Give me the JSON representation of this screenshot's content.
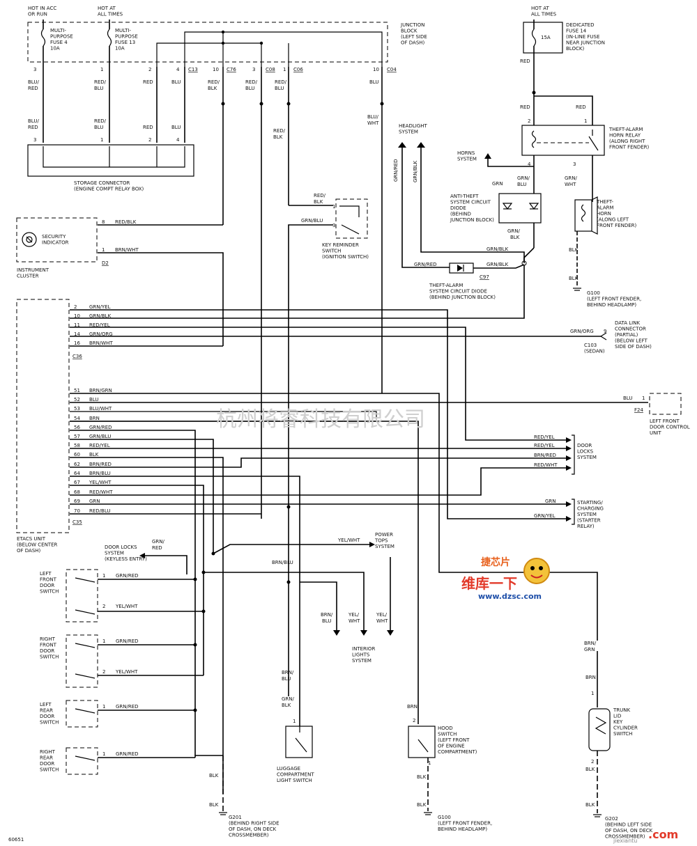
{
  "diagram": {
    "fuse_hot_acc": "HOT IN ACC\nOR RUN",
    "fuse_hot_always": "HOT AT\nALL TIMES",
    "fuse4": "MULTI-\nPURPOSE\nFUSE 4\n10A",
    "fuse13": "MULTI-\nPURPOSE\nFUSE 13\n10A",
    "junction_block": "JUNCTION\nBLOCK\n(LEFT SIDE\nOF DASH)",
    "hot_at_all_times_right": "HOT AT\nALL TIMES",
    "fuse14_rating": "15A",
    "fuse14": "DEDICATED\nFUSE 14\n(IN-LINE FUSE\nNEAR JUNCTION\nBLOCK)",
    "storage_connector": "STORAGE CONNECTOR\n(ENGINE COMPT RELAY BOX)",
    "security_indicator": "SECURITY\nINDICATOR",
    "instrument_cluster": "INSTRUMENT\nCLUSTER",
    "headlight_system": "HEADLIGHT\nSYSTEM",
    "horns_system": "HORNS\nSYSTEM",
    "anti_theft_diode": "ANTI-THEFT\nSYSTEM CIRCUIT\nDIODE\n(BEHIND\nJUNCTION BLOCK)",
    "theft_alarm_relay": "THEFT-ALARM\nHORN RELAY\n(ALONG RIGHT\nFRONT FENDER)",
    "theft_alarm_horn": "THEFT-\nALARM\nHORN\n(ALONG LEFT\nFRONT FENDER)",
    "key_reminder": "KEY REMINDER\nSWITCH\n(IGNITION SWITCH)",
    "theft_alarm_diode": "THEFT-ALARM\nSYSTEM CIRCUIT DIODE\n(BEHIND JUNCTION BLOCK)",
    "g100_top": "G100\n(LEFT FRONT FENDER,\nBEHIND HEADLAMP)",
    "data_link": "DATA LINK\nCONNECTOR\n(PARTIAL)\n(BELOW LEFT\nSIDE OF DASH)",
    "c103": "C103\n(SEDAN)",
    "left_front_door_control": "LEFT FRONT\nDOOR CONTROL\nUNIT",
    "door_locks_system_right": "DOOR\nLOCKS\nSYSTEM",
    "starting_charging": "STARTING/\nCHARGING\nSYSTEM\n(STARTER\nRELAY)",
    "etacs_unit": "ETACS UNIT\n(BELOW CENTER\nOF DASH)",
    "door_locks_keyless": "DOOR LOCKS\nSYSTEM\n(KEYLESS ENTRY)",
    "power_tops": "POWER\nTOPS\nSYSTEM",
    "interior_lights": "INTERIOR\nLIGHTS\nSYSTEM",
    "lf_door_switch": "LEFT\nFRONT\nDOOR\nSWITCH",
    "rf_door_switch": "RIGHT\nFRONT\nDOOR\nSWITCH",
    "lr_door_switch": "LEFT\nREAR\nDOOR\nSWITCH",
    "rr_door_switch": "RIGHT\nREAR\nDOOR\nSWITCH",
    "luggage_switch": "LUGGAGE\nCOMPARTMENT\nLIGHT SWITCH",
    "hood_switch": "HOOD\nSWITCH\n(LEFT FRONT\nOF ENGINE\nCOMPARTMENT)",
    "trunk_switch": "TRUNK\nLID\nKEY\nCYLINDER\nSWITCH",
    "g201": "G201\n(BEHIND RIGHT SIDE\nOF DASH, ON DECK\nCROSSMEMBER)",
    "g100_bottom": "G100\n(LEFT FRONT FENDER,\nBEHIND HEADLAMP)",
    "g202": "G202\n(BEHIND LEFT SIDE\nOF DASH, ON DECK\nCROSSMEMBER)",
    "diagram_id": "60651",
    "connectors": {
      "c13": "C13",
      "c76": "C76",
      "c08": "C08",
      "c06": "C06",
      "c04": "C04",
      "d2": "D2",
      "c36": "C36",
      "c35": "C35",
      "c97": "C97",
      "f24": "F24"
    }
  },
  "etacs_pins_upper": [
    {
      "pin": "2",
      "color": "GRN/YEL"
    },
    {
      "pin": "10",
      "color": "GRN/BLK"
    },
    {
      "pin": "11",
      "color": "RED/YEL"
    },
    {
      "pin": "14",
      "color": "GRN/ORG"
    },
    {
      "pin": "16",
      "color": "BRN/WHT"
    }
  ],
  "etacs_pins_lower": [
    {
      "pin": "51",
      "color": "BRN/GRN"
    },
    {
      "pin": "52",
      "color": "BLU"
    },
    {
      "pin": "53",
      "color": "BLU/WHT"
    },
    {
      "pin": "54",
      "color": "BRN"
    },
    {
      "pin": "56",
      "color": "GRN/RED"
    },
    {
      "pin": "57",
      "color": "GRN/BLU"
    },
    {
      "pin": "58",
      "color": "RED/YEL"
    },
    {
      "pin": "60",
      "color": "BLK"
    },
    {
      "pin": "62",
      "color": "BRN/RED"
    },
    {
      "pin": "64",
      "color": "BRN/BLU"
    },
    {
      "pin": "67",
      "color": "YEL/WHT"
    },
    {
      "pin": "68",
      "color": "RED/WHT"
    },
    {
      "pin": "69",
      "color": "GRN"
    },
    {
      "pin": "70",
      "color": "RED/BLU"
    }
  ],
  "door_lock_wires": [
    "RED/YEL",
    "RED/YEL",
    "BRN/RED",
    "RED/WHT"
  ],
  "starting_wires": [
    "GRN",
    "GRN/YEL"
  ],
  "watermark": "杭州将睿科技有限公司",
  "logo": {
    "top": "捷芯片",
    "cn": "维库一下",
    "url": "www.dzsc.com",
    "corner": ".com",
    "corner_small": "jiexiantu"
  }
}
